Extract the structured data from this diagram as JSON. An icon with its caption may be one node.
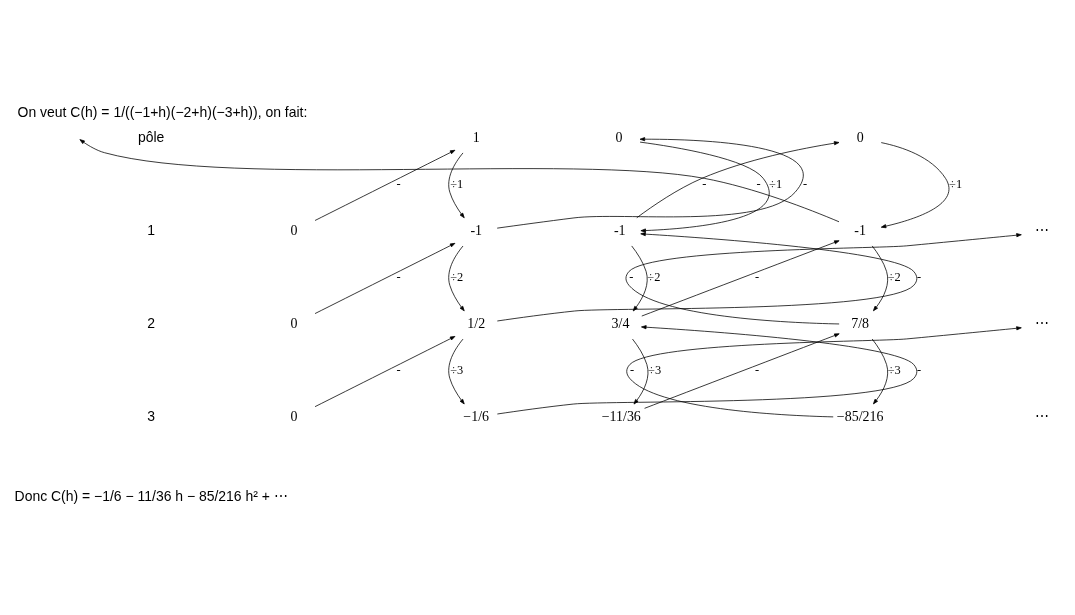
{
  "diagram": {
    "title": "On veut C(h) = 1/((−1+h)(−2+h)(−3+h)), on fait:",
    "caption": "Donc C(h) = −1/6 − 11/36 h − 85/216 h² + ⋯",
    "nodes": [
      {
        "text": [
          "1"
        ]
      },
      {
        "text": [
          "0"
        ]
      },
      {
        "text": [
          "0"
        ]
      },
      {
        "text": [
          "0"
        ]
      },
      {
        "text": [
          "-1"
        ]
      },
      {
        "text": [
          "-1"
        ]
      },
      {
        "text": [
          "-1"
        ]
      },
      {
        "text": [
          "⋯"
        ]
      },
      {
        "text": [
          "0"
        ]
      },
      {
        "text": [
          "1/2"
        ]
      },
      {
        "text": [
          "3/4"
        ]
      },
      {
        "text": [
          "7/8"
        ]
      },
      {
        "text": [
          "⋯"
        ]
      },
      {
        "text": [
          "0"
        ]
      },
      {
        "text": [
          "−1/6"
        ]
      },
      {
        "text": [
          "−11/36"
        ]
      },
      {
        "text": [
          "−85/216"
        ]
      },
      {
        "text": [
          "⋯"
        ]
      }
    ],
    "edges": [
      {
        "from": 3,
        "to": 0,
        "arrow": "to",
        "label": "-"
      },
      {
        "from": 0,
        "to": 4,
        "arrow": "to",
        "label": "÷1"
      },
      {
        "from": 4,
        "to": 1,
        "arrow": "to",
        "label": "-"
      },
      {
        "from": 1,
        "to": 5,
        "arrow": "to",
        "label": "÷1"
      },
      {
        "from": 5,
        "to": 2,
        "arrow": "to",
        "label": "-"
      },
      {
        "from": 2,
        "to": 6,
        "arrow": "to",
        "label": "÷1"
      },
      {
        "from": 6,
        "to": null,
        "arrow": "to",
        "label": "-"
      },
      {
        "from": 8,
        "to": 4,
        "arrow": "to",
        "label": "-"
      },
      {
        "from": 4,
        "to": 9,
        "arrow": "to",
        "label": "÷2"
      },
      {
        "from": 9,
        "to": 5,
        "arrow": "to",
        "label": "-"
      },
      {
        "from": 5,
        "to": 10,
        "arrow": "to",
        "label": "÷2"
      },
      {
        "from": 10,
        "to": 6,
        "arrow": "to",
        "label": "-"
      },
      {
        "from": 6,
        "to": 11,
        "arrow": "to",
        "label": "÷2"
      },
      {
        "from": 11,
        "to": 7,
        "arrow": "to",
        "label": "-"
      },
      {
        "from": 13,
        "to": 9,
        "arrow": "to",
        "label": "-"
      },
      {
        "from": 9,
        "to": 14,
        "arrow": "to",
        "label": "÷3"
      },
      {
        "from": 14,
        "to": 10,
        "arrow": "to",
        "label": "-"
      },
      {
        "from": 10,
        "to": 15,
        "arrow": "to",
        "label": "÷3"
      },
      {
        "from": 15,
        "to": 11,
        "arrow": "to",
        "label": "-"
      },
      {
        "from": 11,
        "to": 16,
        "arrow": "to",
        "label": "÷3"
      },
      {
        "from": 16,
        "to": 12,
        "arrow": "to",
        "label": "-"
      }
    ],
    "labels": [
      "pôle",
      "1",
      "2",
      "3"
    ]
  }
}
